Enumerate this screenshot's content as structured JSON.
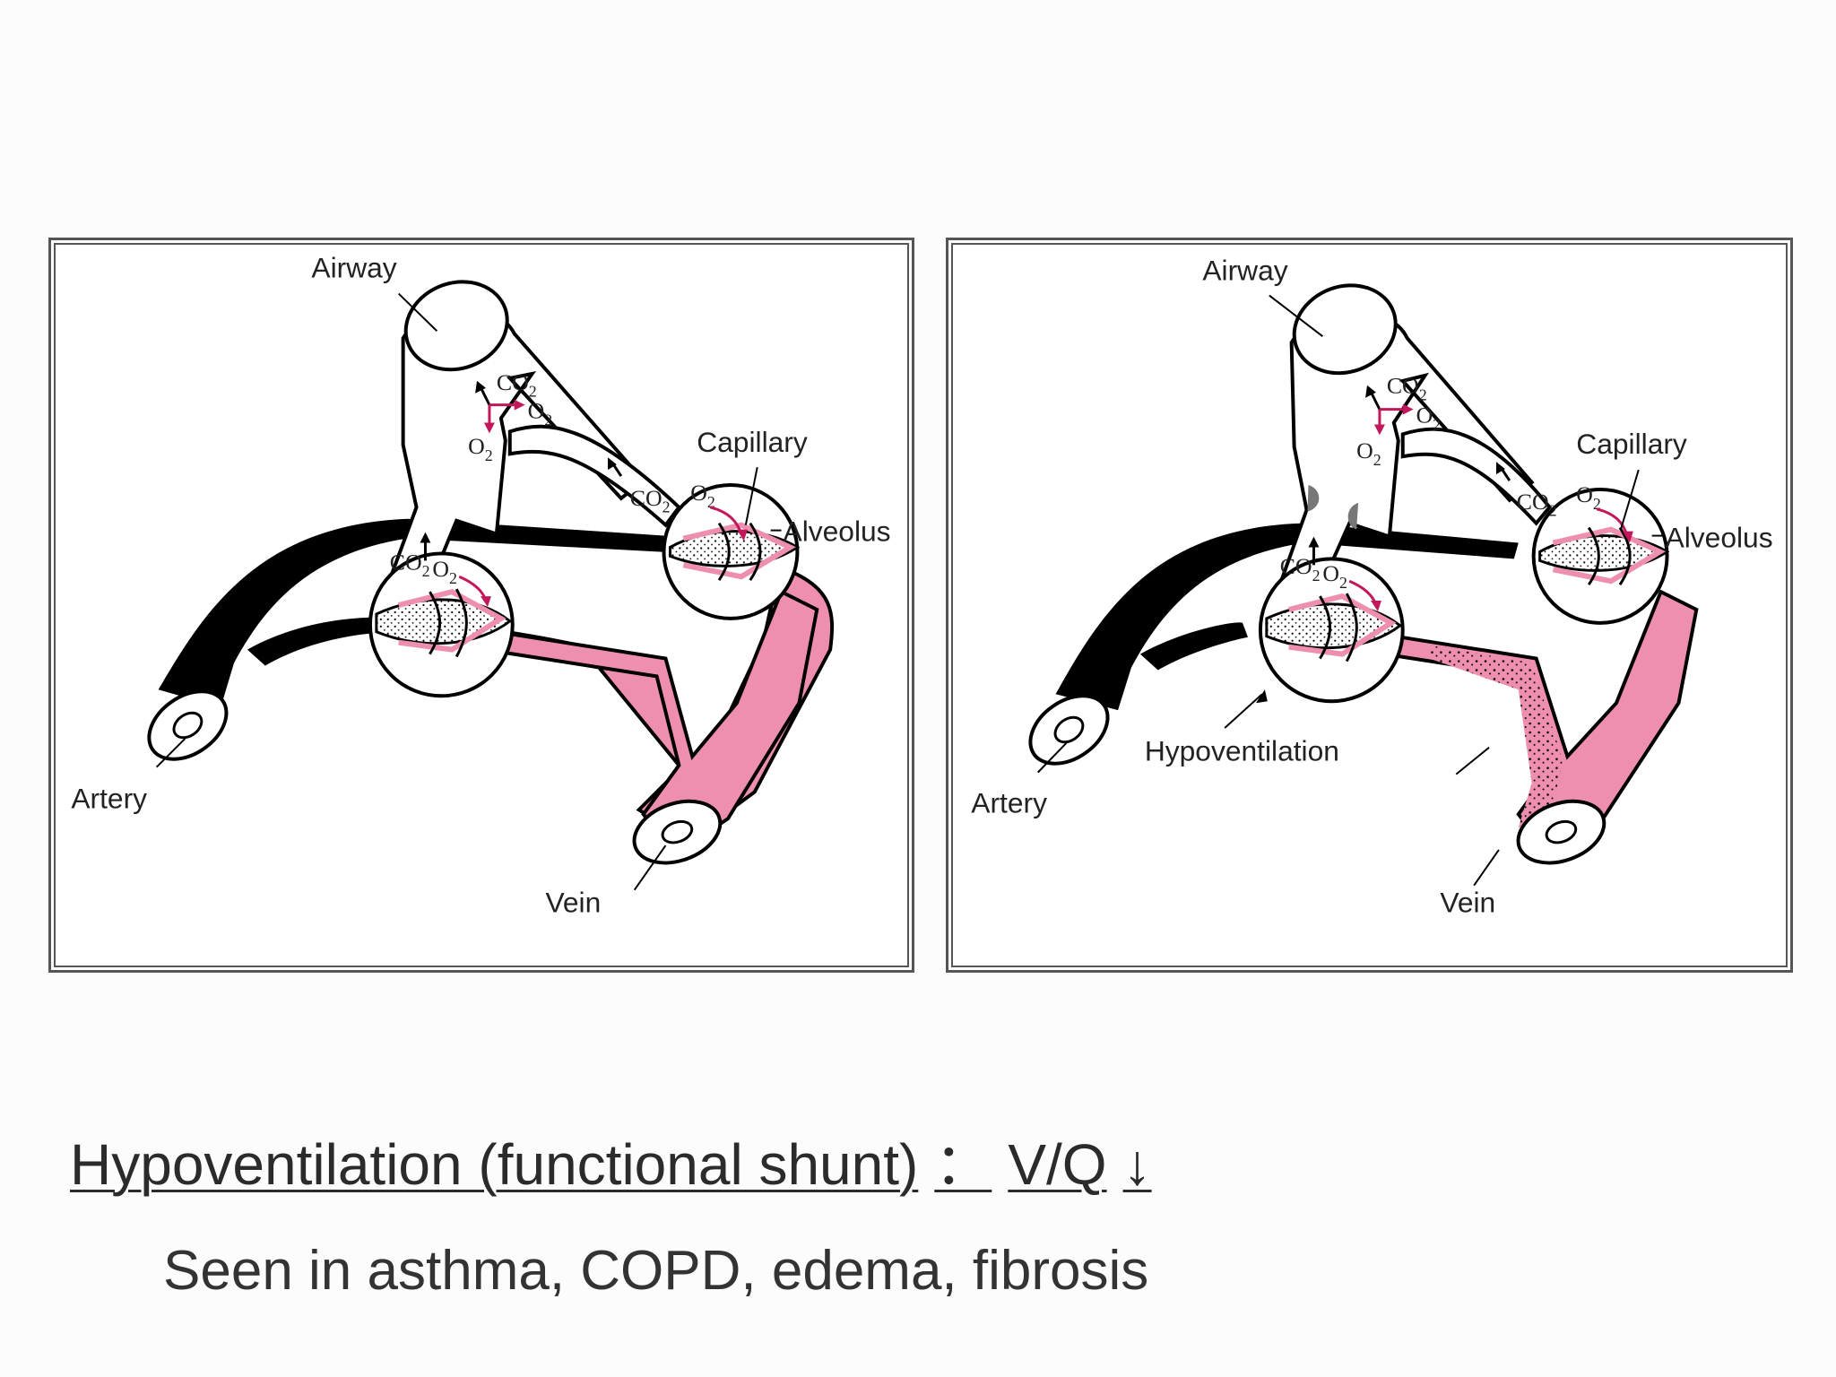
{
  "left_panel": {
    "labels": {
      "airway": "Airway",
      "capillary": "Capillary",
      "alveolus": "Alveolus",
      "artery": "Artery",
      "vein": "Vein"
    }
  },
  "right_panel": {
    "labels": {
      "airway": "Airway",
      "capillary": "Capillary",
      "alveolus": "Alveolus",
      "artery": "Artery",
      "vein": "Vein",
      "hypoventilation": "Hypoventilation"
    }
  },
  "gas_labels": {
    "co2": "CO",
    "o2": "O",
    "subscript": "2"
  },
  "colors": {
    "oxygenated_blood": "#ee8fb0",
    "deoxygenated_blood": "#000000",
    "gas_arrow": "#c2185b",
    "obstruction": "#777777"
  },
  "caption": {
    "title": "Hypoventilation (functional shunt)",
    "colon": "：",
    "ratio": "V/Q",
    "arrow": "↓",
    "subtitle": "Seen in asthma, COPD, edema, fibrosis"
  }
}
